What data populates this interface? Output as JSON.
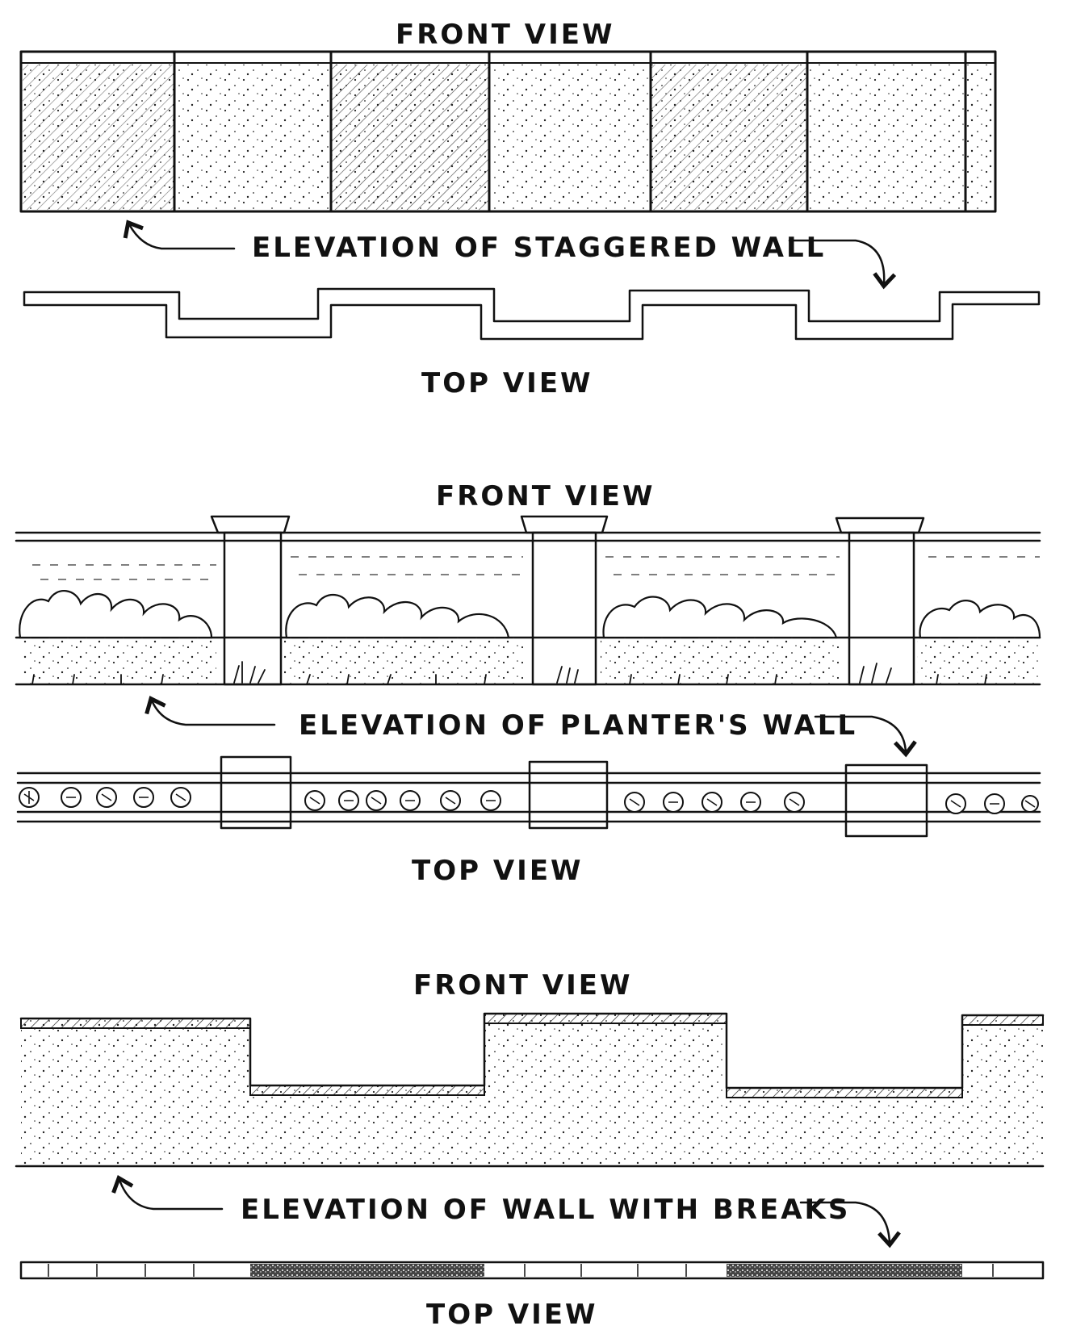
{
  "sections": [
    {
      "front_label": "FRONT VIEW",
      "elevation_caption": "ELEVATION OF STAGGERED WALL",
      "top_label": "TOP VIEW"
    },
    {
      "front_label": "FRONT VIEW",
      "elevation_caption": "ELEVATION OF PLANTER'S WALL",
      "top_label": "TOP VIEW"
    },
    {
      "front_label": "FRONT VIEW",
      "elevation_caption": "ELEVATION OF WALL WITH BREAKS",
      "top_label": "TOP VIEW"
    }
  ],
  "colors": {
    "ink": "#111111",
    "paper": "#ffffff"
  }
}
